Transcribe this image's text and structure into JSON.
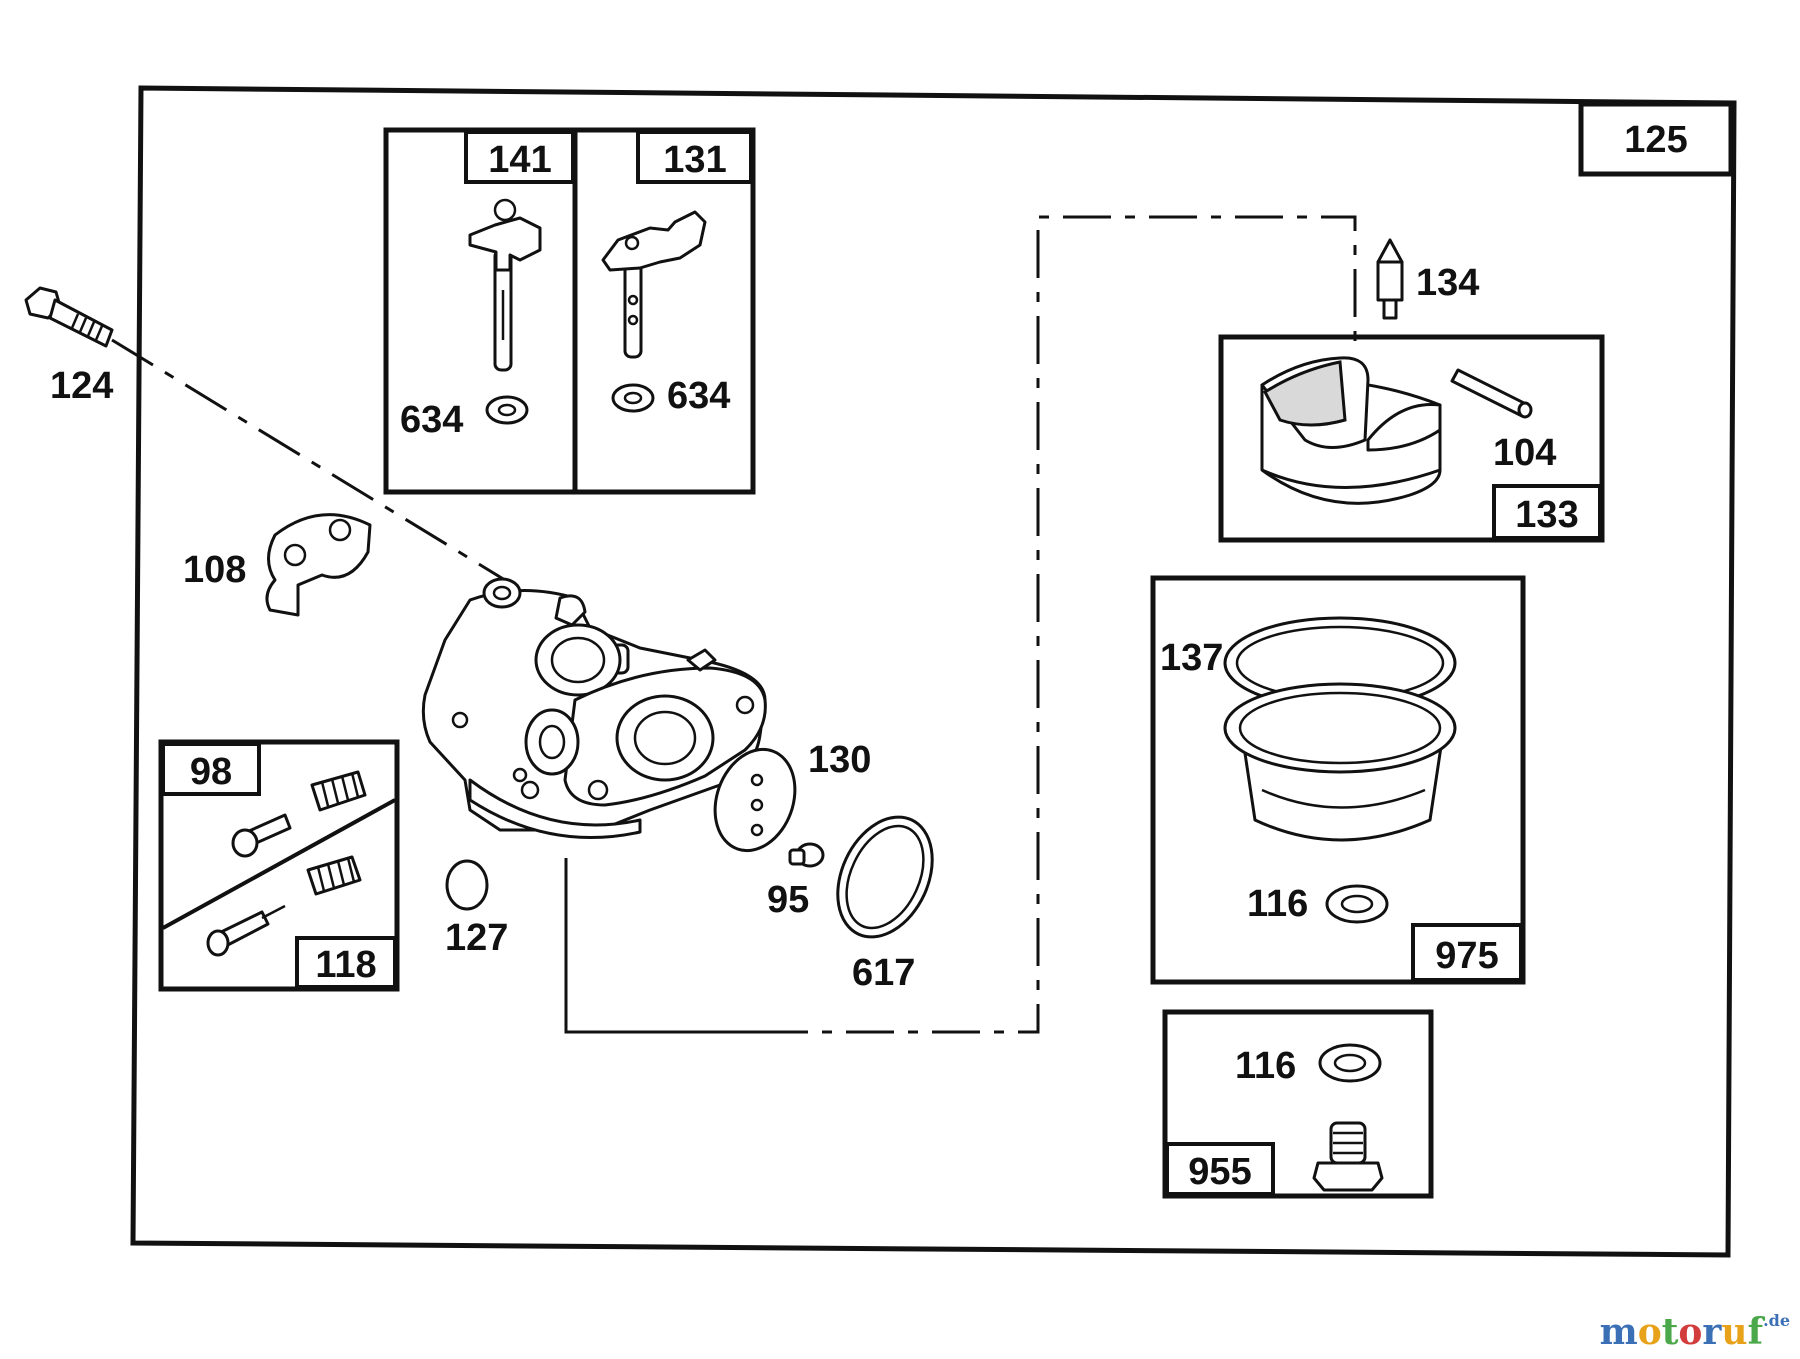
{
  "diagram": {
    "callouts": {
      "c124": "124",
      "c108": "108",
      "c634a": "634",
      "c634b": "634",
      "c130": "130",
      "c95": "95",
      "c617": "617",
      "c127": "127",
      "c134": "134",
      "c104": "104",
      "c137": "137",
      "c116a": "116",
      "c116b": "116"
    },
    "boxes": {
      "b125": "125",
      "b141": "141",
      "b131": "131",
      "b133": "133",
      "b98": "98",
      "b118": "118",
      "b975": "975",
      "b955": "955"
    }
  },
  "watermark": {
    "brand": "motoruf",
    "suffix": ".de",
    "colors": [
      "#3b6fb6",
      "#e8a21a",
      "#4aa84a",
      "#d23c3c",
      "#3b6fb6",
      "#e8a21a",
      "#4aa84a"
    ]
  }
}
